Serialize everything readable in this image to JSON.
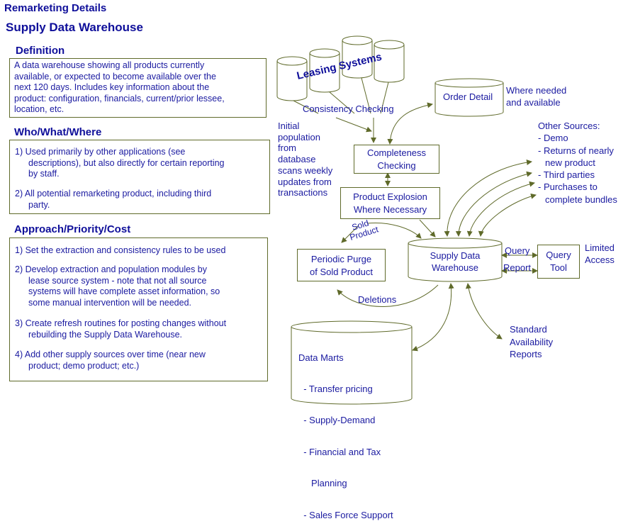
{
  "header": {
    "subtitle": "Remarketing Details",
    "title": "Supply Data Warehouse"
  },
  "definition": {
    "heading": "Definition",
    "text": [
      "A data warehouse showing all products currently",
      "available, or expected to become available over the",
      "next 120 days.  Includes key information about the",
      "product:  configuration, financials, current/prior lessee,",
      "location, etc."
    ]
  },
  "who": {
    "heading": "Who/What/Where",
    "items": [
      [
        "1)  Used primarily by other applications (see",
        "descriptions), but also directly for certain reporting",
        "by staff."
      ],
      [
        "2)  All potential remarketing product, including third",
        "party."
      ]
    ]
  },
  "approach": {
    "heading": "Approach/Priority/Cost",
    "items": [
      [
        "1)  Set the extraction and consistency rules to be used"
      ],
      [
        "2)  Develop extraction and population modules by",
        "lease source system - note that not all source",
        "systems will have complete asset information, so",
        "some manual intervention will be needed."
      ],
      [
        "3)  Create refresh routines for posting changes without",
        "rebuilding the Supply Data Warehouse."
      ],
      [
        "4)  Add other supply sources over time (near new",
        "product; demo product; etc.)"
      ]
    ]
  },
  "diagram": {
    "leasing_systems": "Leasing Systems",
    "consistency_checking": "Consistency Checking",
    "order_detail": "Order Detail",
    "where_needed": [
      "Where needed",
      "and available"
    ],
    "initial_population": [
      "Initial",
      "population",
      "from",
      "database",
      "scans weekly",
      "updates from",
      "transactions"
    ],
    "completeness": [
      "Completeness",
      "Checking"
    ],
    "product_explosion": [
      "Product Explosion",
      "Where Necessary"
    ],
    "sold_product": [
      "Sold",
      "Product"
    ],
    "periodic_purge": [
      "Periodic Purge",
      "of Sold Product"
    ],
    "supply_dw": [
      "Supply Data",
      "Warehouse"
    ],
    "query": "Query",
    "report": "Report",
    "query_tool": [
      "Query",
      "Tool"
    ],
    "limited_access": [
      "Limited",
      "Access"
    ],
    "other_sources": [
      "Other Sources:",
      "- Demo",
      "- Returns of nearly",
      "   new product",
      "- Third parties",
      "- Purchases to",
      "   complete bundles"
    ],
    "deletions": "Deletions",
    "standard_reports": [
      "Standard",
      "Availability",
      "Reports"
    ],
    "data_marts": [
      "Data Marts",
      "  - Transfer pricing",
      "  - Supply-Demand",
      "  - Financial and Tax",
      "     Planning",
      "  - Sales Force Support"
    ]
  },
  "colors": {
    "line": "#5f6a2a",
    "text": "#1a1aa0"
  }
}
